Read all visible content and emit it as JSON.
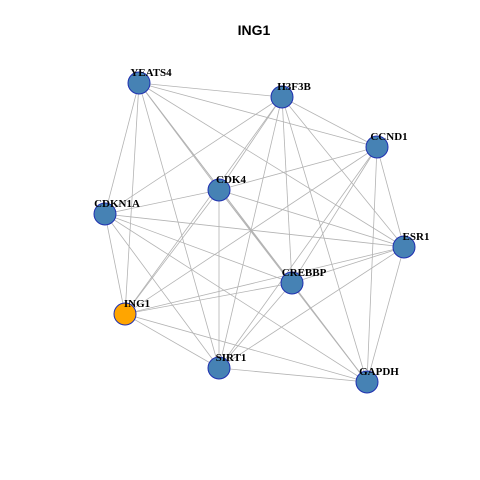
{
  "title": "ING1",
  "colors": {
    "node_default": "#4682b4",
    "node_highlight": "#ffa500",
    "node_border": "#1f2fb0",
    "edge": "#b3b3b3"
  },
  "nodes": [
    {
      "id": "YEATS4",
      "label": "YEATS4",
      "highlight": false
    },
    {
      "id": "H3F3B",
      "label": "H3F3B",
      "highlight": false
    },
    {
      "id": "CCND1",
      "label": "CCND1",
      "highlight": false
    },
    {
      "id": "CDK4",
      "label": "CDK4",
      "highlight": false
    },
    {
      "id": "CDKN1A",
      "label": "CDKN1A",
      "highlight": false
    },
    {
      "id": "ESR1",
      "label": "ESR1",
      "highlight": false
    },
    {
      "id": "CREBBP",
      "label": "CREBBP",
      "highlight": false
    },
    {
      "id": "ING1",
      "label": "ING1",
      "highlight": true
    },
    {
      "id": "SIRT1",
      "label": "SIRT1",
      "highlight": false
    },
    {
      "id": "GAPDH",
      "label": "GAPDH",
      "highlight": false
    }
  ],
  "edges": [
    [
      "YEATS4",
      "H3F3B"
    ],
    [
      "YEATS4",
      "CCND1"
    ],
    [
      "YEATS4",
      "CDK4"
    ],
    [
      "YEATS4",
      "CDKN1A"
    ],
    [
      "YEATS4",
      "ESR1"
    ],
    [
      "YEATS4",
      "CREBBP"
    ],
    [
      "YEATS4",
      "ING1"
    ],
    [
      "YEATS4",
      "SIRT1"
    ],
    [
      "YEATS4",
      "GAPDH"
    ],
    [
      "H3F3B",
      "CCND1"
    ],
    [
      "H3F3B",
      "CDK4"
    ],
    [
      "H3F3B",
      "CDKN1A"
    ],
    [
      "H3F3B",
      "ESR1"
    ],
    [
      "H3F3B",
      "CREBBP"
    ],
    [
      "H3F3B",
      "ING1"
    ],
    [
      "H3F3B",
      "SIRT1"
    ],
    [
      "H3F3B",
      "GAPDH"
    ],
    [
      "CCND1",
      "CDK4"
    ],
    [
      "CCND1",
      "ESR1"
    ],
    [
      "CCND1",
      "CREBBP"
    ],
    [
      "CCND1",
      "ING1"
    ],
    [
      "CCND1",
      "SIRT1"
    ],
    [
      "CCND1",
      "GAPDH"
    ],
    [
      "CDK4",
      "CDKN1A"
    ],
    [
      "CDK4",
      "ESR1"
    ],
    [
      "CDK4",
      "CREBBP"
    ],
    [
      "CDK4",
      "ING1"
    ],
    [
      "CDK4",
      "SIRT1"
    ],
    [
      "CDK4",
      "GAPDH"
    ],
    [
      "CDKN1A",
      "ESR1"
    ],
    [
      "CDKN1A",
      "CREBBP"
    ],
    [
      "CDKN1A",
      "ING1"
    ],
    [
      "CDKN1A",
      "SIRT1"
    ],
    [
      "CDKN1A",
      "GAPDH"
    ],
    [
      "ESR1",
      "CREBBP"
    ],
    [
      "ESR1",
      "ING1"
    ],
    [
      "ESR1",
      "SIRT1"
    ],
    [
      "ESR1",
      "GAPDH"
    ],
    [
      "CREBBP",
      "ING1"
    ],
    [
      "CREBBP",
      "SIRT1"
    ],
    [
      "CREBBP",
      "GAPDH"
    ],
    [
      "ING1",
      "SIRT1"
    ],
    [
      "ING1",
      "GAPDH"
    ],
    [
      "SIRT1",
      "GAPDH"
    ]
  ]
}
